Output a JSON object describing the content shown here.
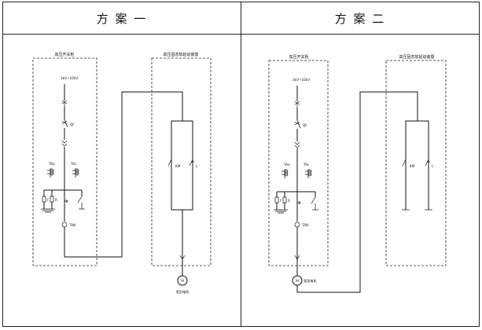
{
  "scheme1": {
    "title": "方 案 一",
    "hv_cabinet_label": "高压开关柜",
    "soft_starter_label": "高压固态软起动装置",
    "voltage_label": "3kV~10kV",
    "breaker_label": "QF",
    "ct_a_label": "TAa",
    "ct_c_label": "TAc",
    "fuse_f_label": "F",
    "fuse_r_label": "R",
    "zct_label": "TAN",
    "bypass_label": "KM",
    "thyristor_label": "L",
    "motor_symbol": "M",
    "motor_label": "笼型电机"
  },
  "scheme2": {
    "title": "方 案 二",
    "hv_cabinet_label": "高压开关柜",
    "soft_starter_label": "高压固态软起动装置",
    "voltage_label": "3kV~10kV",
    "breaker_label": "QF",
    "ct_a_label": "TAa",
    "ct_c_label": "TAc",
    "fuse_f_label": "F",
    "fuse_r_label": "R",
    "zct_label": "TAN",
    "bypass_label": "KM",
    "thyristor_label": "L",
    "motor_symbol": "M",
    "motor_label": "笼型电机"
  }
}
